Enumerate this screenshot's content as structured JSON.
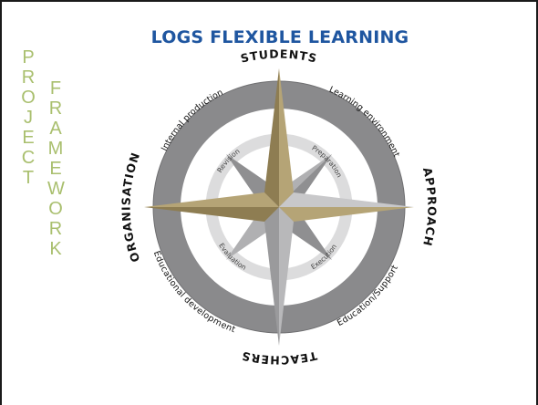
{
  "side_text": {
    "project": [
      "P",
      "R",
      "O",
      "J",
      "E",
      "C",
      "T"
    ],
    "framework": [
      "F",
      "R",
      "A",
      "M",
      "E",
      "W",
      "O",
      "R",
      "K"
    ]
  },
  "diagram": {
    "title": "LOGS FLEXIBLE LEARNING",
    "cardinal": {
      "north": "STUDENTS",
      "east": "APPROACH",
      "south": "TEACHERS",
      "west": "ORGANISATION"
    },
    "ring": {
      "top_left": "Internal production",
      "top_right": "Learning environment",
      "bottom_right": "Education/Support",
      "bottom_left": "Educational development"
    },
    "cycle": {
      "top_left": "Revision",
      "top_right": "Preparation",
      "bottom_right": "Execution",
      "bottom_left": "Evaluation"
    },
    "colors": {
      "title": "#1f56a0",
      "side_text": "#a9bf6e",
      "ring": "#8a8a8c",
      "star_gold": "#9a8a5e",
      "star_gray": "#a9a9ab"
    }
  }
}
